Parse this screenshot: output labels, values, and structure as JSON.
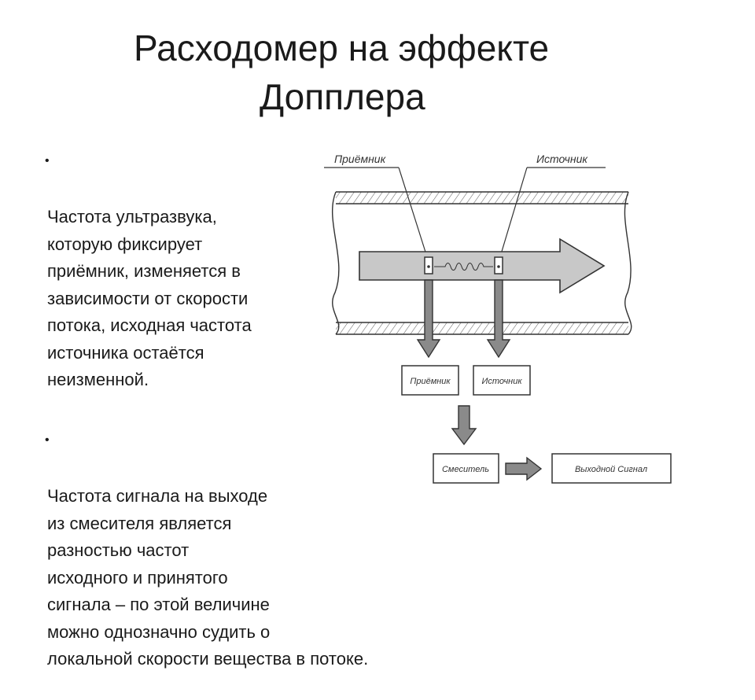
{
  "title": {
    "line1": "Расходомер на эффекте",
    "line2": "Допплера"
  },
  "bullets": [
    {
      "marker": "•",
      "text": "Частота ультразвука,\nкоторую фиксирует\nприёмник, изменяется в\nзависимости от скорости\nпотока, исходная частота\nисточника остаётся\nнеизменной."
    },
    {
      "marker": "•",
      "text": "Частота сигнала на выходе\nиз смесителя является\nразностью частот\nисходного и принятого\nсигнала – по этой величине\nможно однозначно судить о\nлокальной скорости вещества в потоке."
    }
  ],
  "diagram": {
    "label_receiver": "Приёмник",
    "label_source": "Источник",
    "box_receiver": "Приёмник",
    "box_source": "Источник",
    "box_mixer": "Смеситель",
    "box_output": "Выходной Сигнал",
    "colors": {
      "stroke": "#333333",
      "arrow_fill": "#c8c8c8",
      "arrow_dark": "#8a8a8a",
      "hatch": "#555555"
    }
  }
}
